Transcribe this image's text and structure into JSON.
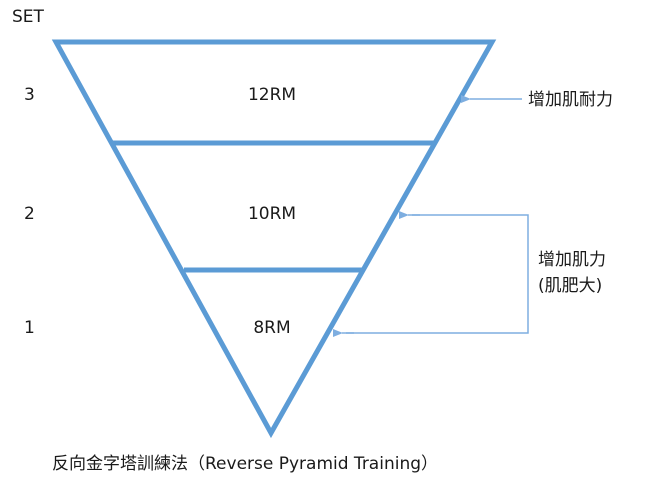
{
  "header": {
    "set_label": "SET"
  },
  "levels": [
    {
      "set": "3",
      "rm": "12RM"
    },
    {
      "set": "2",
      "rm": "10RM"
    },
    {
      "set": "1",
      "rm": "8RM"
    }
  ],
  "annotations": {
    "endurance": "增加肌耐力",
    "strength_line1": "增加肌力",
    "strength_line2": "(肌肥大)"
  },
  "caption": "反向金字塔訓練法（Reverse Pyramid Training）",
  "colors": {
    "pyramid_stroke": "#5b9bd5",
    "arrow_stroke": "#7eaee0",
    "text": "#1a1a1a"
  }
}
